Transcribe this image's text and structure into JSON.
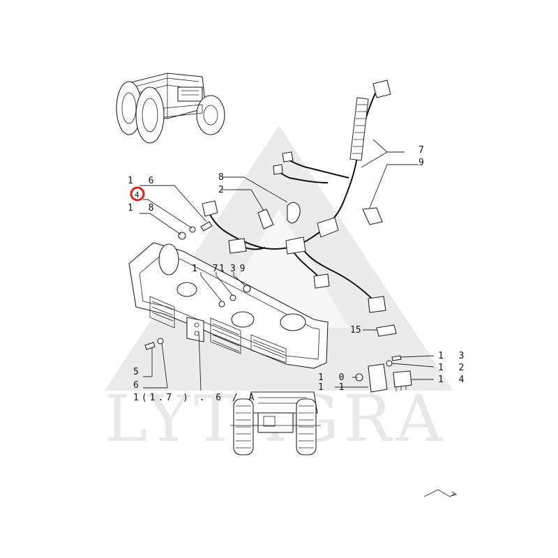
{
  "watermark": {
    "text": "LYTAGRA",
    "color": "#e6e6e6"
  },
  "highlight": {
    "label": "4",
    "color": "#d9231f"
  },
  "callouts": {
    "p16": "1 6",
    "p4": "4",
    "p18": "1 8",
    "p8": "8",
    "p2": "2",
    "p7": "7",
    "p9": "9",
    "p17": "1 7",
    "p19": "1 9",
    "p3": "3",
    "p15": "15",
    "p13": "1 3",
    "p12": "1 2",
    "p14": "1 4",
    "p10": "1 0",
    "p11": "1 1",
    "p5": "5",
    "p6": "6",
    "ref": "1(1.7 ) . 6 / A"
  },
  "icons": [
    "tractor-side-view-icon",
    "tractor-front-view-icon",
    "next-page-arrow-icon"
  ]
}
